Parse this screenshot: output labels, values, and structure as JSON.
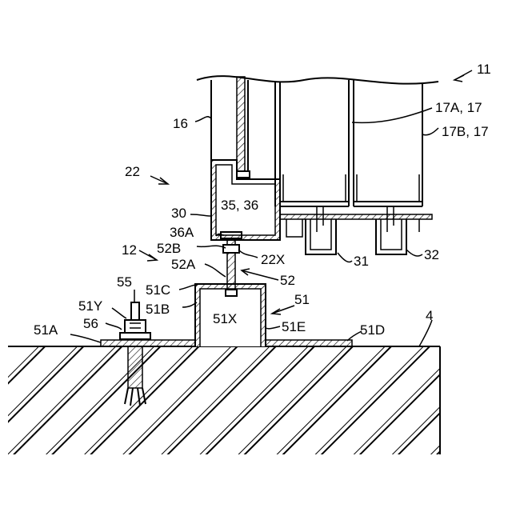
{
  "labels": {
    "l11": "11",
    "l16": "16",
    "l17a": "17A, 17",
    "l17b": "17B, 17",
    "l22": "22",
    "l30": "30",
    "l3536": "35, 36",
    "l36a": "36A",
    "l52b": "52B",
    "l22x": "22X",
    "l12": "12",
    "l52a": "52A",
    "l52": "52",
    "l55": "55",
    "l51c": "51C",
    "l51": "51",
    "l51y": "51Y",
    "l51b": "51B",
    "l51x": "51X",
    "l56": "56",
    "l51a": "51A",
    "l51e": "51E",
    "l51d": "51D",
    "l4": "4",
    "l31": "31",
    "l32": "32"
  }
}
